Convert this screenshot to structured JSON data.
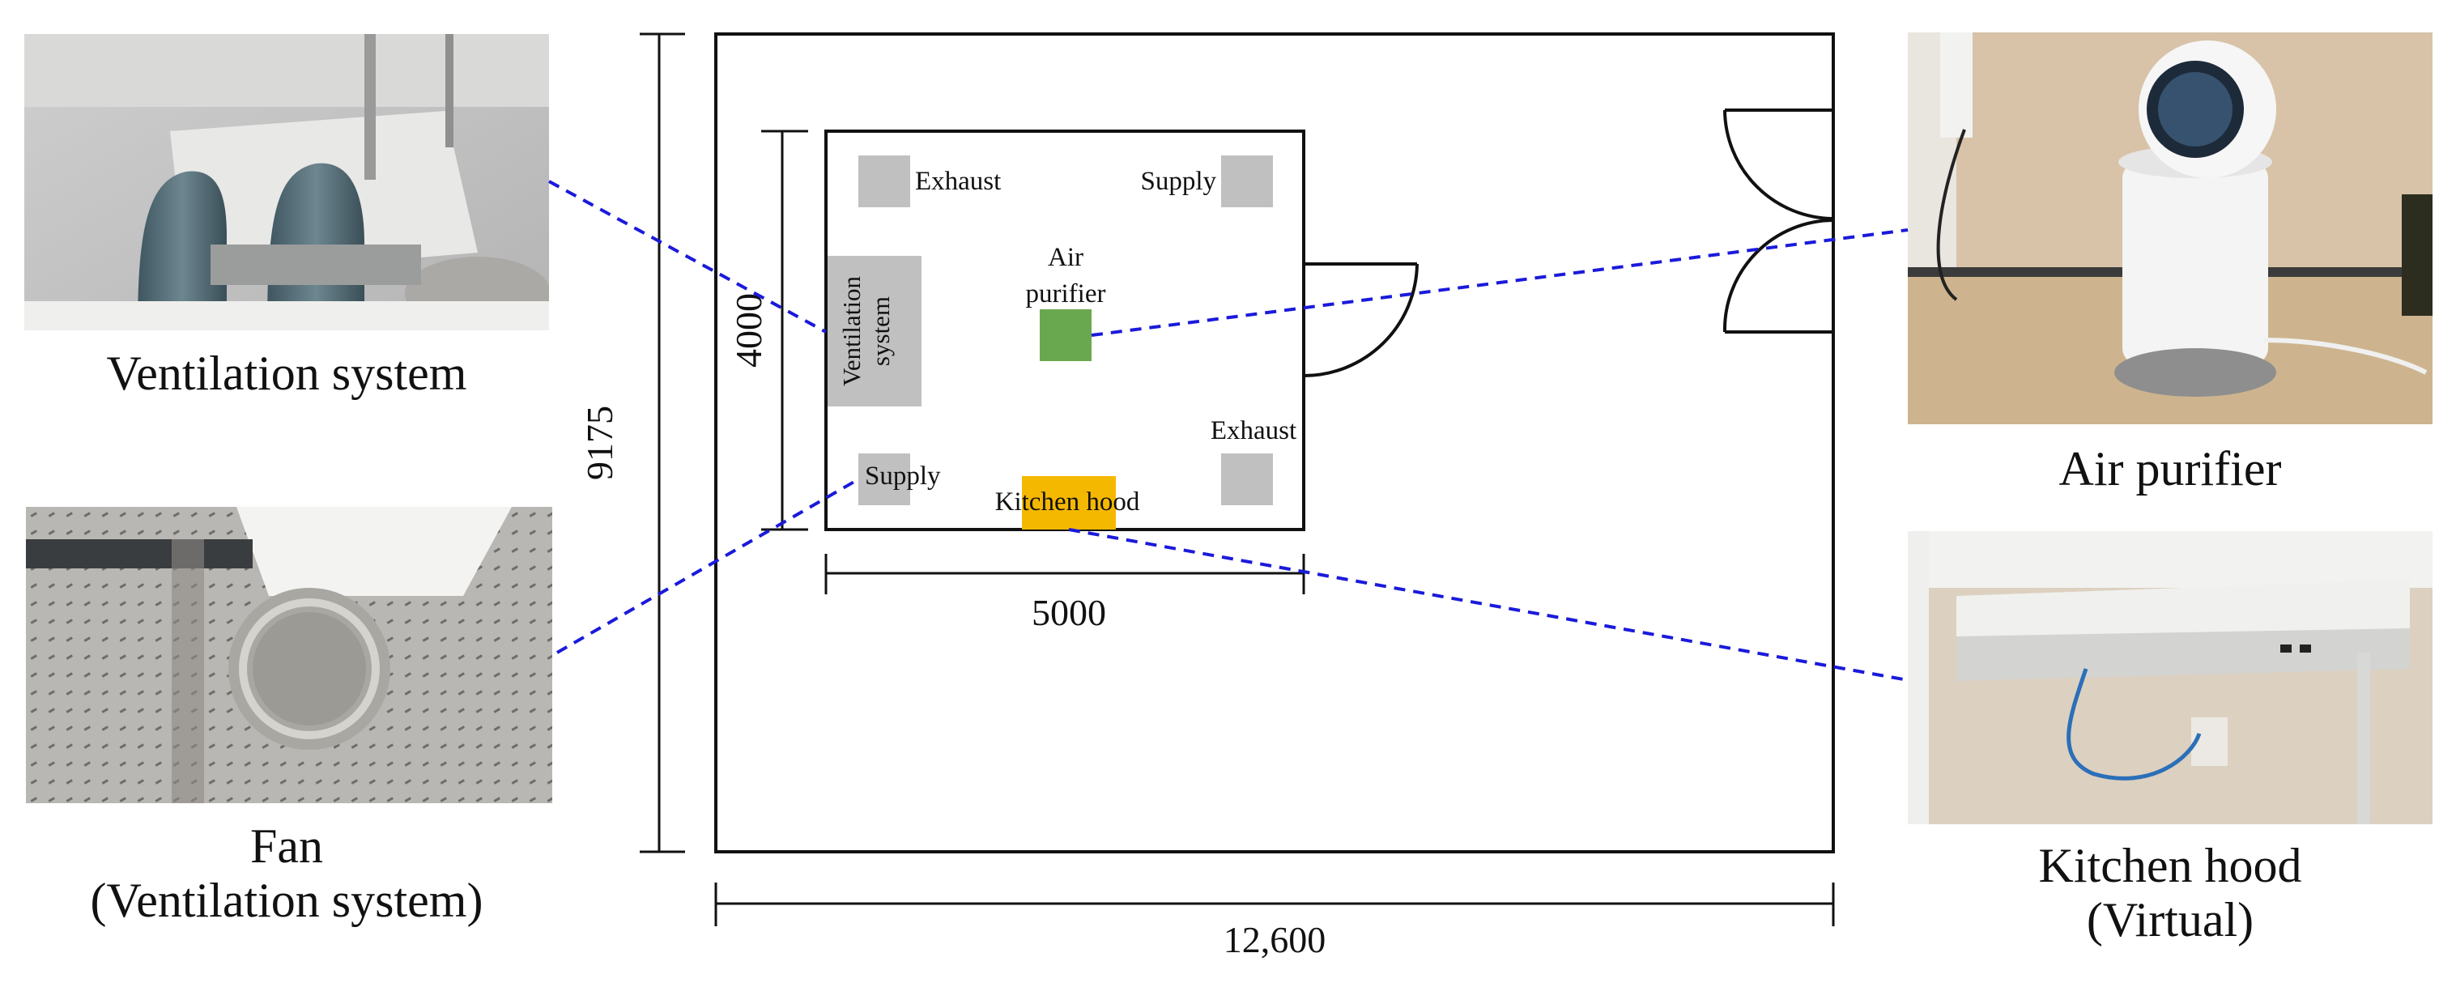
{
  "figure": {
    "photos": {
      "ventilation": {
        "caption": "Ventilation system",
        "icon": "ventilation-duct-photo"
      },
      "fan": {
        "caption_line1": "Fan",
        "caption_line2": "(Ventilation system)",
        "icon": "ceiling-fan-photo"
      },
      "air_purifier": {
        "caption": "Air purifier",
        "icon": "air-purifier-photo"
      },
      "kitchen_hood": {
        "caption_line1": "Kitchen hood",
        "caption_line2": "(Virtual)",
        "icon": "kitchen-hood-photo"
      }
    },
    "plan": {
      "outer_width": "12,600",
      "outer_height": "9175",
      "room_width": "5000",
      "room_height": "4000",
      "labels": {
        "exhaust_top": "Exhaust",
        "supply_top": "Supply",
        "ventilation_line1": "Ventilation",
        "ventilation_line2": "system",
        "air_purifier_line1": "Air",
        "air_purifier_line2": "purifier",
        "exhaust_bottom": "Exhaust",
        "supply_bottom": "Supply",
        "kitchen_hood": "Kitchen hood"
      }
    },
    "colors": {
      "leader_line": "#1a1adb",
      "vent_box": "#c0c0c0",
      "air_purifier": "#6aa84f",
      "kitchen_hood": "#f5b800",
      "outline": "#111111"
    }
  }
}
